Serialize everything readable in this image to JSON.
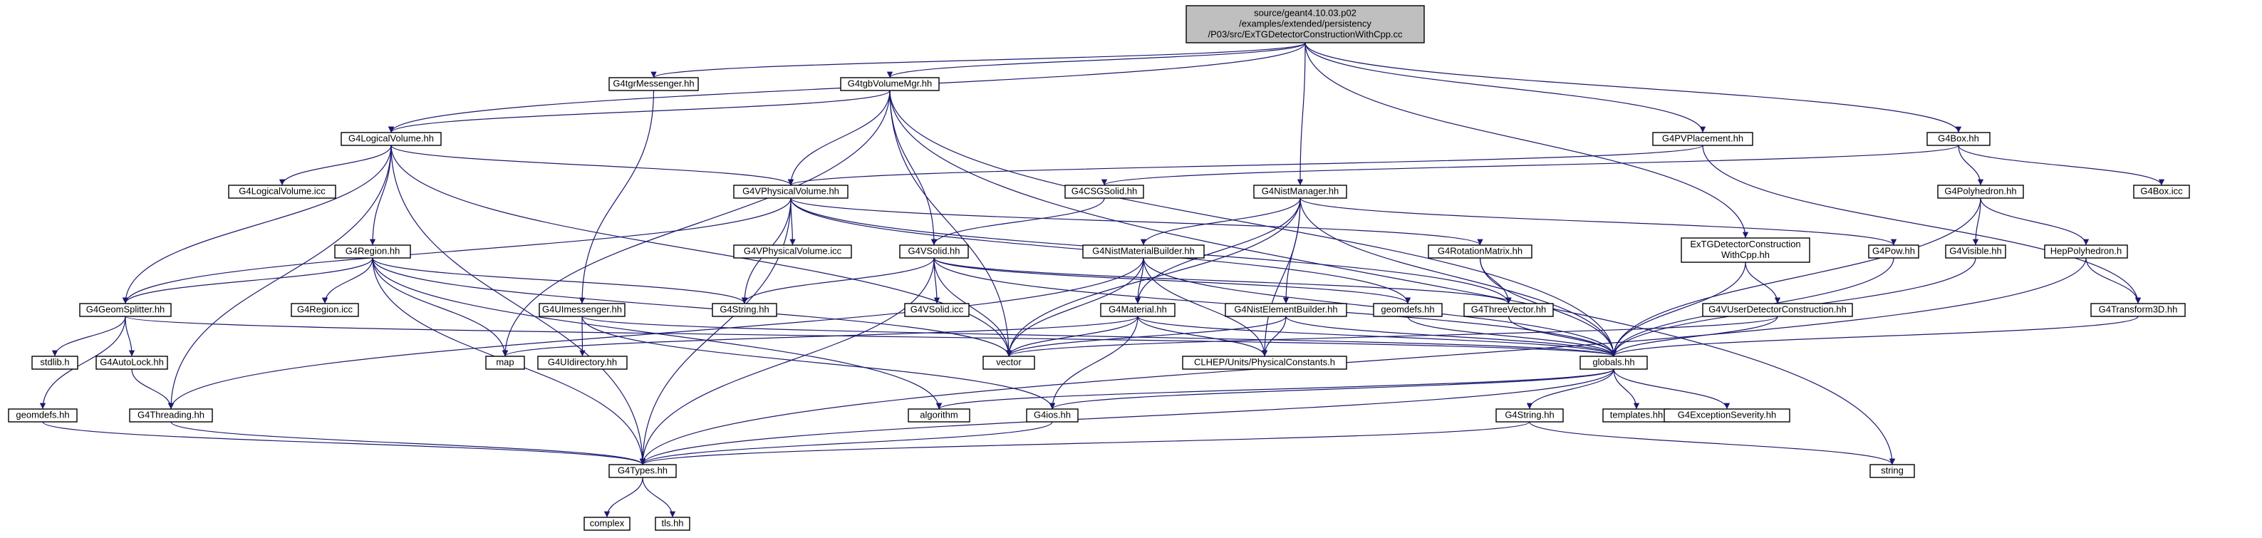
{
  "diagram": {
    "colors": {
      "root_fill": "#bfbfbf",
      "node_fill": "#ffffff",
      "border_normal": "#000000",
      "border_truncated": "#ff0000",
      "border_external": "#bfbfbf",
      "edge": "#191970",
      "text": "#000000"
    },
    "nodes": [
      {
        "id": "root",
        "lines": [
          "source/geant4.10.03.p02",
          "/examples/extended/persistency",
          "/P03/src/ExTGDetectorConstructionWithCpp.cc"
        ],
        "style": "root"
      },
      {
        "id": "G4LogicalVolume",
        "lines": [
          "G4LogicalVolume.hh"
        ],
        "style": "normal"
      },
      {
        "id": "G4tgrMessenger",
        "lines": [
          "G4tgrMessenger.hh"
        ],
        "style": "normal"
      },
      {
        "id": "G4tgbVolumeMgr",
        "lines": [
          "G4tgbVolumeMgr.hh"
        ],
        "style": "normal"
      },
      {
        "id": "G4NistManager",
        "lines": [
          "G4NistManager.hh"
        ],
        "style": "normal"
      },
      {
        "id": "G4PVPlacement",
        "lines": [
          "G4PVPlacement.hh"
        ],
        "style": "normal"
      },
      {
        "id": "G4Box",
        "lines": [
          "G4Box.hh"
        ],
        "style": "normal"
      },
      {
        "id": "ExTGDetectorConstructionWithCpp",
        "lines": [
          "ExTGDetectorConstruction",
          "WithCpp.hh"
        ],
        "style": "normal"
      },
      {
        "id": "G4LogicalVolumeIcc",
        "lines": [
          "G4LogicalVolume.icc"
        ],
        "style": "external"
      },
      {
        "id": "G4VPhysicalVolume",
        "lines": [
          "G4VPhysicalVolume.hh"
        ],
        "style": "normal"
      },
      {
        "id": "G4CSGSolid",
        "lines": [
          "G4CSGSolid.hh"
        ],
        "style": "normal"
      },
      {
        "id": "G4Polyhedron",
        "lines": [
          "G4Polyhedron.hh"
        ],
        "style": "normal"
      },
      {
        "id": "G4BoxIcc",
        "lines": [
          "G4Box.icc"
        ],
        "style": "external"
      },
      {
        "id": "G4Region",
        "lines": [
          "G4Region.hh"
        ],
        "style": "normal"
      },
      {
        "id": "G4VSolid",
        "lines": [
          "G4VSolid.hh"
        ],
        "style": "normal"
      },
      {
        "id": "G4NistMaterialBuilder",
        "lines": [
          "G4NistMaterialBuilder.hh"
        ],
        "style": "normal"
      },
      {
        "id": "G4RotationMatrix",
        "lines": [
          "G4RotationMatrix.hh"
        ],
        "style": "truncated"
      },
      {
        "id": "G4Pow",
        "lines": [
          "G4Pow.hh"
        ],
        "style": "truncated"
      },
      {
        "id": "G4Visible",
        "lines": [
          "G4Visible.hh"
        ],
        "style": "truncated"
      },
      {
        "id": "HepPolyhedron",
        "lines": [
          "HepPolyhedron.h"
        ],
        "style": "truncated"
      },
      {
        "id": "G4VPhysicalVolumeIcc",
        "lines": [
          "G4VPhysicalVolume.icc"
        ],
        "style": "external"
      },
      {
        "id": "G4GeomSplitter",
        "lines": [
          "G4GeomSplitter.hh"
        ],
        "style": "normal"
      },
      {
        "id": "G4RegionIcc",
        "lines": [
          "G4Region.icc"
        ],
        "style": "external"
      },
      {
        "id": "G4String",
        "lines": [
          "G4String.hh"
        ],
        "style": "external"
      },
      {
        "id": "G4VSolidIcc",
        "lines": [
          "G4VSolid.icc"
        ],
        "style": "external"
      },
      {
        "id": "G4UImessenger",
        "lines": [
          "G4UImessenger.hh"
        ],
        "style": "normal"
      },
      {
        "id": "G4Material",
        "lines": [
          "G4Material.hh"
        ],
        "style": "truncated"
      },
      {
        "id": "G4NistElementBuilder",
        "lines": [
          "G4NistElementBuilder.hh"
        ],
        "style": "truncated"
      },
      {
        "id": "geomdefs1",
        "lines": [
          "geomdefs.hh"
        ],
        "style": "normal"
      },
      {
        "id": "G4ThreeVector",
        "lines": [
          "G4ThreeVector.hh"
        ],
        "style": "truncated"
      },
      {
        "id": "G4VUserDetectorConstruction",
        "lines": [
          "G4VUserDetectorConstruction.hh"
        ],
        "style": "normal"
      },
      {
        "id": "G4Transform3D",
        "lines": [
          "G4Transform3D.hh"
        ],
        "style": "truncated"
      },
      {
        "id": "stdlib",
        "lines": [
          "stdlib.h"
        ],
        "style": "external"
      },
      {
        "id": "G4AutoLock",
        "lines": [
          "G4AutoLock.hh"
        ],
        "style": "normal"
      },
      {
        "id": "map",
        "lines": [
          "map"
        ],
        "style": "external"
      },
      {
        "id": "G4UIdirectory",
        "lines": [
          "G4UIdirectory.hh"
        ],
        "style": "truncated"
      },
      {
        "id": "vector",
        "lines": [
          "vector"
        ],
        "style": "external"
      },
      {
        "id": "CLHEPUnits",
        "lines": [
          "CLHEP/Units/PhysicalConstants.h"
        ],
        "style": "truncated"
      },
      {
        "id": "globals",
        "lines": [
          "globals.hh"
        ],
        "style": "normal"
      },
      {
        "id": "geomdefs2",
        "lines": [
          "geomdefs.hh"
        ],
        "style": "normal"
      },
      {
        "id": "G4Threading",
        "lines": [
          "G4Threading.hh"
        ],
        "style": "truncated"
      },
      {
        "id": "algorithm",
        "lines": [
          "algorithm"
        ],
        "style": "external"
      },
      {
        "id": "G4ios",
        "lines": [
          "G4ios.hh"
        ],
        "style": "truncated"
      },
      {
        "id": "G4String2",
        "lines": [
          "G4String.hh"
        ],
        "style": "truncated"
      },
      {
        "id": "templates",
        "lines": [
          "templates.hh"
        ],
        "style": "truncated"
      },
      {
        "id": "G4ExceptionSeverity",
        "lines": [
          "G4ExceptionSeverity.hh"
        ],
        "style": "normal"
      },
      {
        "id": "string",
        "lines": [
          "string"
        ],
        "style": "external"
      },
      {
        "id": "G4Types",
        "lines": [
          "G4Types.hh"
        ],
        "style": "normal"
      },
      {
        "id": "complex",
        "lines": [
          "complex"
        ],
        "style": "external"
      },
      {
        "id": "tlsh",
        "lines": [
          "tls.hh"
        ],
        "style": "normal"
      }
    ],
    "edges": [
      [
        "root",
        "G4LogicalVolume"
      ],
      [
        "root",
        "G4tgrMessenger"
      ],
      [
        "root",
        "G4tgbVolumeMgr"
      ],
      [
        "root",
        "G4NistManager"
      ],
      [
        "root",
        "G4PVPlacement"
      ],
      [
        "root",
        "G4Box"
      ],
      [
        "root",
        "ExTGDetectorConstructionWithCpp"
      ],
      [
        "G4tgrMessenger",
        "G4UImessenger"
      ],
      [
        "G4tgbVolumeMgr",
        "G4LogicalVolume"
      ],
      [
        "G4tgbVolumeMgr",
        "G4VPhysicalVolume"
      ],
      [
        "G4tgbVolumeMgr",
        "G4VSolid"
      ],
      [
        "G4tgbVolumeMgr",
        "map"
      ],
      [
        "G4tgbVolumeMgr",
        "vector"
      ],
      [
        "G4tgbVolumeMgr",
        "globals"
      ],
      [
        "G4tgbVolumeMgr",
        "string"
      ],
      [
        "G4LogicalVolume",
        "G4LogicalVolumeIcc"
      ],
      [
        "G4LogicalVolume",
        "G4VPhysicalVolume"
      ],
      [
        "G4LogicalVolume",
        "G4Region"
      ],
      [
        "G4LogicalVolume",
        "G4GeomSplitter"
      ],
      [
        "G4LogicalVolume",
        "G4Threading"
      ],
      [
        "G4LogicalVolume",
        "vector"
      ],
      [
        "G4LogicalVolume",
        "G4Types"
      ],
      [
        "G4PVPlacement",
        "G4VPhysicalVolume"
      ],
      [
        "G4PVPlacement",
        "G4Transform3D"
      ],
      [
        "G4Box",
        "G4CSGSolid"
      ],
      [
        "G4Box",
        "G4Polyhedron"
      ],
      [
        "G4Box",
        "G4BoxIcc"
      ],
      [
        "G4VPhysicalVolume",
        "G4VPhysicalVolumeIcc"
      ],
      [
        "G4VPhysicalVolume",
        "G4String"
      ],
      [
        "G4VPhysicalVolume",
        "G4GeomSplitter"
      ],
      [
        "G4VPhysicalVolume",
        "G4RotationMatrix"
      ],
      [
        "G4VPhysicalVolume",
        "G4ThreeVector"
      ],
      [
        "G4VPhysicalVolume",
        "geomdefs1"
      ],
      [
        "G4VPhysicalVolume",
        "G4Types"
      ],
      [
        "G4CSGSolid",
        "G4VSolid"
      ],
      [
        "G4Polyhedron",
        "G4Visible"
      ],
      [
        "G4Polyhedron",
        "HepPolyhedron"
      ],
      [
        "G4Polyhedron",
        "globals"
      ],
      [
        "G4Region",
        "G4RegionIcc"
      ],
      [
        "G4Region",
        "G4String"
      ],
      [
        "G4Region",
        "G4GeomSplitter"
      ],
      [
        "G4Region",
        "map"
      ],
      [
        "G4Region",
        "vector"
      ],
      [
        "G4Region",
        "algorithm"
      ],
      [
        "G4Region",
        "G4Types"
      ],
      [
        "G4VSolid",
        "G4VSolidIcc"
      ],
      [
        "G4VSolid",
        "G4String"
      ],
      [
        "G4VSolid",
        "geomdefs1"
      ],
      [
        "G4VSolid",
        "G4ThreeVector"
      ],
      [
        "G4VSolid",
        "vector"
      ],
      [
        "G4VSolid",
        "globals"
      ],
      [
        "G4VSolid",
        "G4Types"
      ],
      [
        "G4NistManager",
        "G4NistMaterialBuilder"
      ],
      [
        "G4NistManager",
        "G4Material"
      ],
      [
        "G4NistManager",
        "G4NistElementBuilder"
      ],
      [
        "G4NistManager",
        "G4Pow"
      ],
      [
        "G4NistManager",
        "vector"
      ],
      [
        "G4NistManager",
        "globals"
      ],
      [
        "G4NistManager",
        "CLHEPUnits"
      ],
      [
        "G4NistMaterialBuilder",
        "G4Material"
      ],
      [
        "G4NistMaterialBuilder",
        "vector"
      ],
      [
        "G4NistMaterialBuilder",
        "globals"
      ],
      [
        "G4NistMaterialBuilder",
        "CLHEPUnits"
      ],
      [
        "G4NistMaterialBuilder",
        "G4Threading"
      ],
      [
        "G4RotationMatrix",
        "G4ThreeVector"
      ],
      [
        "G4RotationMatrix",
        "globals"
      ],
      [
        "G4Pow",
        "globals"
      ],
      [
        "G4Visible",
        "globals"
      ],
      [
        "HepPolyhedron",
        "G4Transform3D"
      ],
      [
        "HepPolyhedron",
        "G4Types"
      ],
      [
        "ExTGDetectorConstructionWithCpp",
        "G4VUserDetectorConstruction"
      ],
      [
        "ExTGDetectorConstructionWithCpp",
        "globals"
      ],
      [
        "G4GeomSplitter",
        "stdlib"
      ],
      [
        "G4GeomSplitter",
        "G4AutoLock"
      ],
      [
        "G4GeomSplitter",
        "geomdefs2"
      ],
      [
        "G4GeomSplitter",
        "globals"
      ],
      [
        "G4UImessenger",
        "G4UIdirectory"
      ],
      [
        "G4UImessenger",
        "globals"
      ],
      [
        "G4UImessenger",
        "G4ios"
      ],
      [
        "G4Material",
        "map"
      ],
      [
        "G4Material",
        "vector"
      ],
      [
        "G4Material",
        "globals"
      ],
      [
        "G4Material",
        "CLHEPUnits"
      ],
      [
        "G4Material",
        "G4ios"
      ],
      [
        "G4NistElementBuilder",
        "CLHEPUnits"
      ],
      [
        "G4NistElementBuilder",
        "globals"
      ],
      [
        "G4NistElementBuilder",
        "vector"
      ],
      [
        "geomdefs1",
        "globals"
      ],
      [
        "G4ThreeVector",
        "globals"
      ],
      [
        "G4VUserDetectorConstruction",
        "globals"
      ],
      [
        "G4VUserDetectorConstruction",
        "vector"
      ],
      [
        "G4Transform3D",
        "globals"
      ],
      [
        "G4AutoLock",
        "G4Threading"
      ],
      [
        "globals",
        "algorithm"
      ],
      [
        "globals",
        "G4ios"
      ],
      [
        "globals",
        "G4String2"
      ],
      [
        "globals",
        "templates"
      ],
      [
        "globals",
        "G4ExceptionSeverity"
      ],
      [
        "globals",
        "G4Types"
      ],
      [
        "geomdefs2",
        "G4Types"
      ],
      [
        "G4Threading",
        "G4Types"
      ],
      [
        "G4ios",
        "G4Types"
      ],
      [
        "G4String2",
        "G4Types"
      ],
      [
        "G4String2",
        "string"
      ],
      [
        "G4Types",
        "complex"
      ],
      [
        "G4Types",
        "tlsh"
      ]
    ]
  }
}
